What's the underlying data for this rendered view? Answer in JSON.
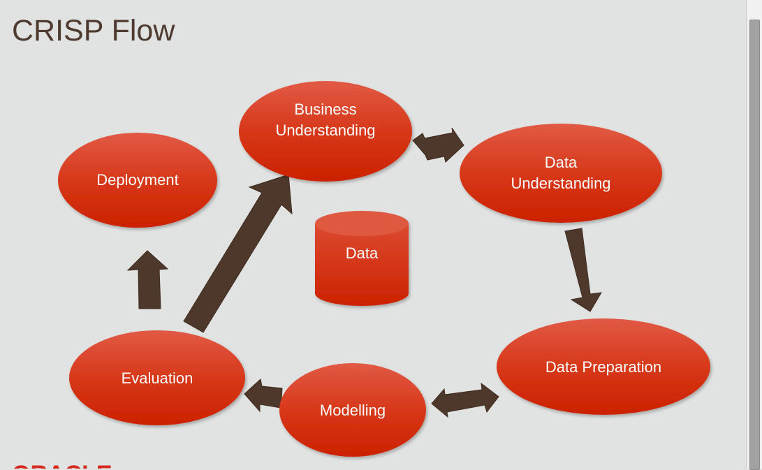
{
  "title": "CRISP Flow",
  "colors": {
    "node_fill_top": "#e15a45",
    "node_fill_bottom": "#cc2200",
    "arrow": "#4e382b",
    "title": "#4e3a2f",
    "background": "#e1e3e2"
  },
  "nodes": {
    "business_understanding": {
      "line1": "Business",
      "line2": "Understanding"
    },
    "data_understanding": {
      "line1": "Data",
      "line2": "Understanding"
    },
    "data_preparation": {
      "label": "Data Preparation"
    },
    "modelling": {
      "label": "Modelling"
    },
    "evaluation": {
      "label": "Evaluation"
    },
    "deployment": {
      "label": "Deployment"
    },
    "data": {
      "label": "Data"
    }
  },
  "logo": {
    "text": "ORACLE"
  }
}
